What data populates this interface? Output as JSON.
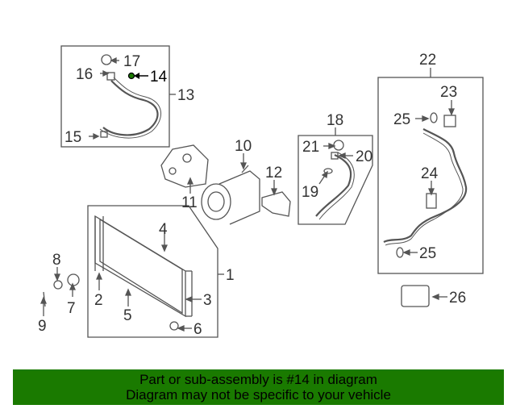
{
  "colors": {
    "banner_bg": "#1a7a00",
    "highlight": "#1a7a00",
    "line": "#555555"
  },
  "diagram": {
    "callouts": [
      "1",
      "2",
      "3",
      "4",
      "5",
      "6",
      "7",
      "8",
      "9",
      "10",
      "11",
      "12",
      "13",
      "14",
      "15",
      "16",
      "17",
      "18",
      "19",
      "20",
      "21",
      "22",
      "23",
      "24",
      "25",
      "25",
      "26"
    ],
    "highlighted_part": "14"
  },
  "banner": {
    "line1": "Part or sub-assembly is #14 in diagram",
    "line2": "Diagram may not be specific to your vehicle"
  }
}
